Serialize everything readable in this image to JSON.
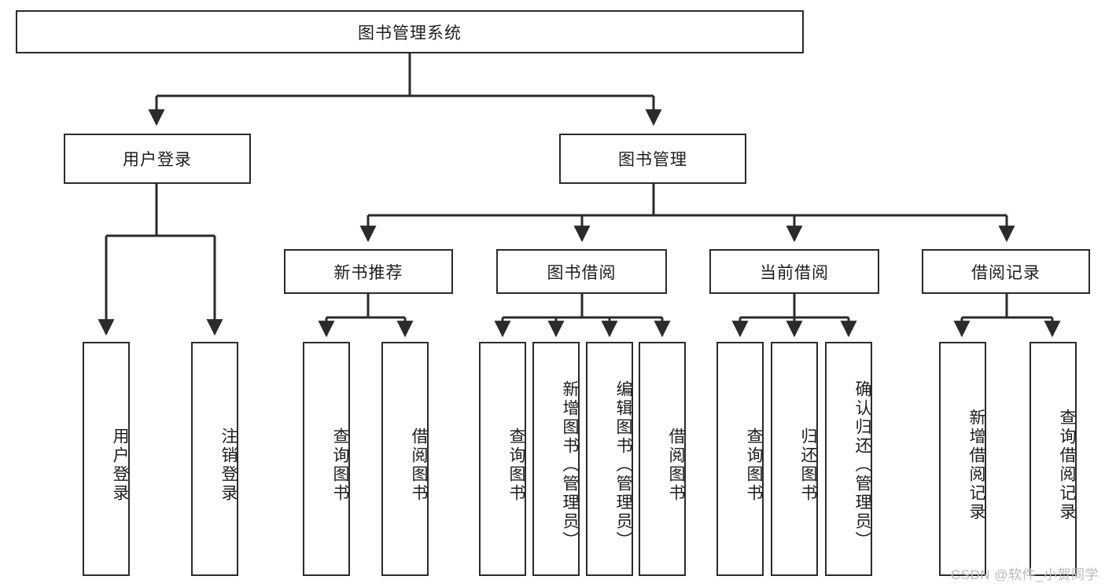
{
  "diagram": {
    "title": "图书管理系统",
    "type": "tree",
    "watermark": "CSDN @软件_小贺同学",
    "colors": {
      "box_border": "#2b2b2b",
      "box_fill": "#ffffff",
      "connector": "#2b2b2b",
      "text": "#1d1d1d",
      "watermark": "#b9b9b9"
    },
    "root": {
      "label": "图书管理系统",
      "orientation": "horizontal"
    },
    "level2": [
      {
        "label": "用户登录",
        "orientation": "horizontal"
      },
      {
        "label": "图书管理",
        "orientation": "horizontal"
      }
    ],
    "level3": [
      {
        "label": "新书推荐",
        "orientation": "horizontal",
        "parent": "图书管理"
      },
      {
        "label": "图书借阅",
        "orientation": "horizontal",
        "parent": "图书管理"
      },
      {
        "label": "当前借阅",
        "orientation": "horizontal",
        "parent": "图书管理"
      },
      {
        "label": "借阅记录",
        "orientation": "horizontal",
        "parent": "图书管理"
      }
    ],
    "leaves": {
      "用户登录": [
        {
          "label": "用户登录",
          "orientation": "vertical"
        },
        {
          "label": "注销登录",
          "orientation": "vertical"
        }
      ],
      "新书推荐": [
        {
          "label": "查询图书",
          "orientation": "vertical"
        },
        {
          "label": "借阅图书",
          "orientation": "vertical"
        }
      ],
      "图书借阅": [
        {
          "label": "查询图书",
          "orientation": "vertical"
        },
        {
          "label": "新增图书（管理员）",
          "orientation": "vertical"
        },
        {
          "label": "编辑图书（管理员）",
          "orientation": "vertical"
        },
        {
          "label": "借阅图书",
          "orientation": "vertical"
        }
      ],
      "当前借阅": [
        {
          "label": "查询图书",
          "orientation": "vertical"
        },
        {
          "label": "归还图书",
          "orientation": "vertical"
        },
        {
          "label": "确认归还（管理员）",
          "orientation": "vertical"
        }
      ],
      "借阅记录": [
        {
          "label": "新增借阅记录",
          "orientation": "vertical"
        },
        {
          "label": "查询借阅记录",
          "orientation": "vertical"
        }
      ]
    }
  }
}
